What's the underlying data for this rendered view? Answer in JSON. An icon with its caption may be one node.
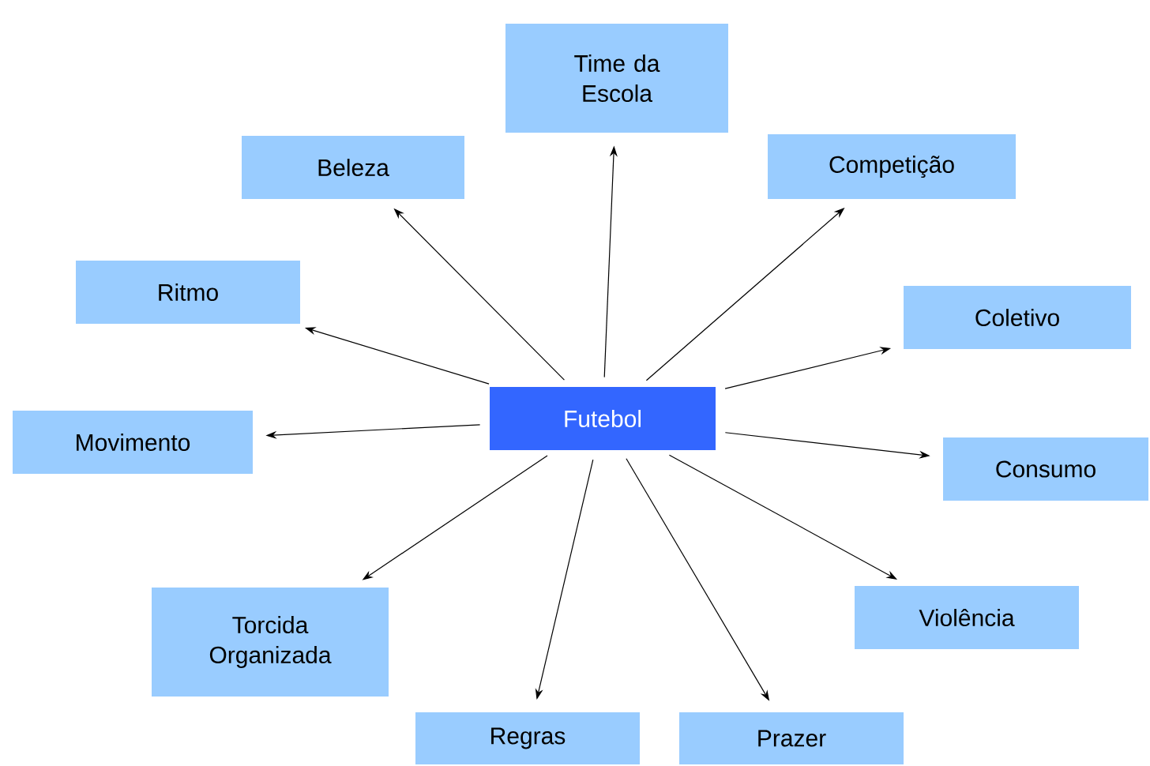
{
  "diagram": {
    "nodes": [
      {
        "text": [
          "Futebol"
        ]
      },
      {
        "text": [
          "Time da Escola"
        ]
      },
      {
        "text": [
          "Competição"
        ]
      },
      {
        "text": [
          "Coletivo"
        ]
      },
      {
        "text": [
          "Consumo"
        ]
      },
      {
        "text": [
          "Violência"
        ]
      },
      {
        "text": [
          "Prazer"
        ]
      },
      {
        "text": [
          "Regras"
        ]
      },
      {
        "text": [
          "Torcida Organizada"
        ]
      },
      {
        "text": [
          "Movimento"
        ]
      },
      {
        "text": [
          "Ritmo"
        ]
      },
      {
        "text": [
          "Beleza"
        ]
      }
    ],
    "edges": [
      {
        "from": 0,
        "to": 1,
        "arrow": "to"
      },
      {
        "from": 0,
        "to": 2,
        "arrow": "to"
      },
      {
        "from": 0,
        "to": 3,
        "arrow": "to"
      },
      {
        "from": 0,
        "to": 4,
        "arrow": "to"
      },
      {
        "from": 0,
        "to": 5,
        "arrow": "to"
      },
      {
        "from": 0,
        "to": 6,
        "arrow": "to"
      },
      {
        "from": 0,
        "to": 7,
        "arrow": "to"
      },
      {
        "from": 0,
        "to": 8,
        "arrow": "to"
      },
      {
        "from": 0,
        "to": 9,
        "arrow": "to"
      },
      {
        "from": 0,
        "to": 10,
        "arrow": "to"
      },
      {
        "from": 0,
        "to": 11,
        "arrow": "to"
      }
    ]
  }
}
